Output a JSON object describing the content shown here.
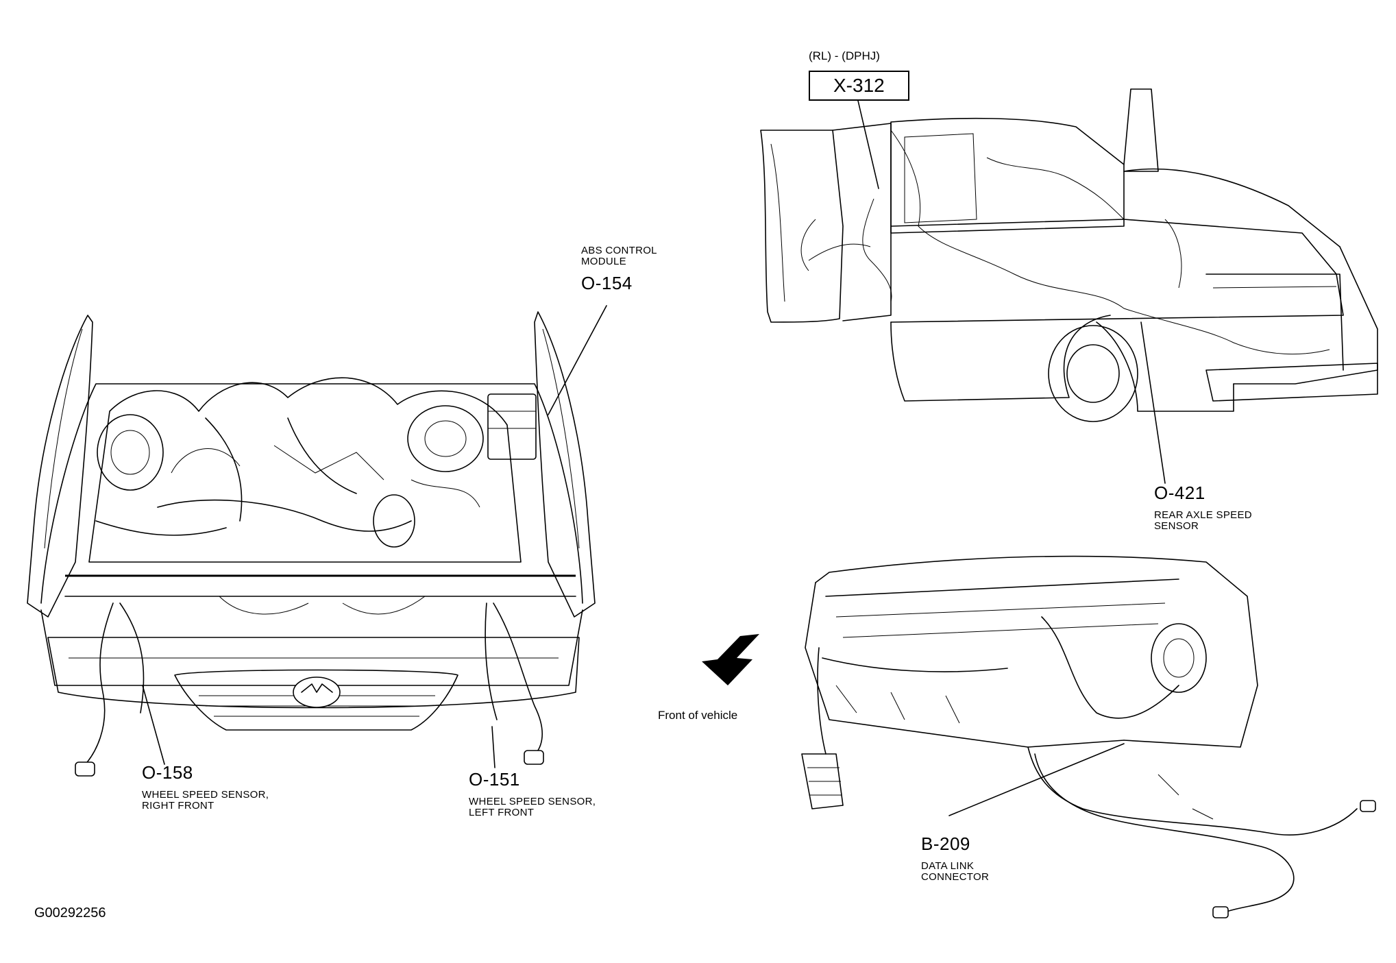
{
  "labels": {
    "abs_module": {
      "code": "O-154",
      "desc": "ABS CONTROL\nMODULE"
    },
    "rear_axle": {
      "code": "O-421",
      "desc": "REAR AXLE SPEED\nSENSOR"
    },
    "wss_right": {
      "code": "O-158",
      "desc": "WHEEL SPEED SENSOR,\nRIGHT FRONT"
    },
    "wss_left": {
      "code": "O-151",
      "desc": "WHEEL SPEED SENSOR,\nLEFT FRONT"
    },
    "dlc": {
      "code": "B-209",
      "desc": "DATA LINK\nCONNECTOR"
    },
    "x312": {
      "code": "X-312",
      "variant": "(RL) - (DPHJ)"
    }
  },
  "front_of_vehicle": "Front of vehicle",
  "figure_id": "G00292256"
}
